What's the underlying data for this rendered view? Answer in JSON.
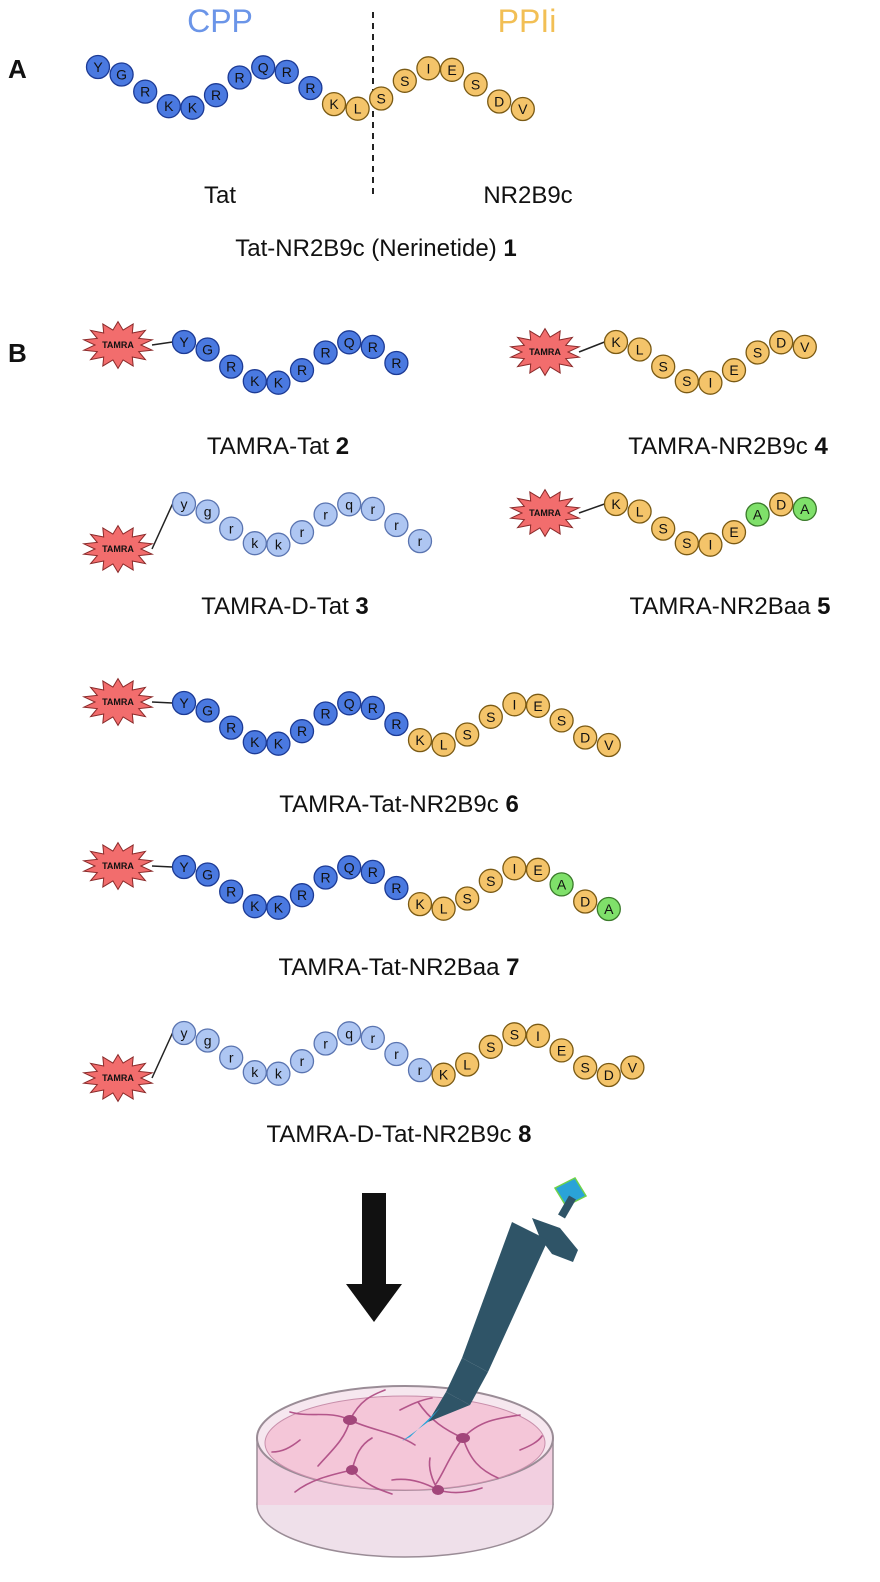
{
  "colors": {
    "cpp": "#4a79e0",
    "cpp_stroke": "#1c3a94",
    "dtat": "#aec6f2",
    "dtat_stroke": "#5a74b0",
    "ppi": "#f4c46a",
    "ppi_stroke": "#7a5a14",
    "ala": "#7fe06a",
    "ala_stroke": "#3a7a2a",
    "tamra": "#f26d6d",
    "header_cpp": "#6b95e8",
    "header_ppi": "#f2bf55",
    "pipette": "#2f5467",
    "pipette_tip": "#2aa3d8",
    "dish_liquid": "#f4c6d8",
    "neuron": "#b3558a"
  },
  "panel_a": {
    "label": "A",
    "header_left": "CPP",
    "header_right": "PPIi",
    "segment_left": "Tat",
    "segment_right": "NR2B9c",
    "caption_text": "Tat-NR2B9c (Nerinetide) ",
    "caption_num": "1",
    "peptide": {
      "residues": [
        "Y",
        "G",
        "R",
        "K",
        "K",
        "R",
        "R",
        "Q",
        "R",
        "R",
        "K",
        "L",
        "S",
        "S",
        "I",
        "E",
        "S",
        "D",
        "V"
      ],
      "kinds": [
        "cpp",
        "cpp",
        "cpp",
        "cpp",
        "cpp",
        "cpp",
        "cpp",
        "cpp",
        "cpp",
        "cpp",
        "ppi",
        "ppi",
        "ppi",
        "ppi",
        "ppi",
        "ppi",
        "ppi",
        "ppi",
        "ppi"
      ]
    }
  },
  "panel_b": {
    "label": "B",
    "tag": "TAMRA",
    "compounds": [
      {
        "name": "TAMRA-Tat ",
        "num": "2",
        "residues": [
          "Y",
          "G",
          "R",
          "K",
          "K",
          "R",
          "R",
          "Q",
          "R",
          "R"
        ],
        "kinds": [
          "cpp",
          "cpp",
          "cpp",
          "cpp",
          "cpp",
          "cpp",
          "cpp",
          "cpp",
          "cpp",
          "cpp"
        ]
      },
      {
        "name": "TAMRA-NR2B9c ",
        "num": "4",
        "residues": [
          "K",
          "L",
          "S",
          "S",
          "I",
          "E",
          "S",
          "D",
          "V"
        ],
        "kinds": [
          "ppi",
          "ppi",
          "ppi",
          "ppi",
          "ppi",
          "ppi",
          "ppi",
          "ppi",
          "ppi"
        ]
      },
      {
        "name": "TAMRA-D-Tat ",
        "num": "3",
        "residues": [
          "y",
          "g",
          "r",
          "k",
          "k",
          "r",
          "r",
          "q",
          "r",
          "r",
          "r"
        ],
        "kinds": [
          "dtat",
          "dtat",
          "dtat",
          "dtat",
          "dtat",
          "dtat",
          "dtat",
          "dtat",
          "dtat",
          "dtat",
          "dtat"
        ]
      },
      {
        "name": "TAMRA-NR2Baa ",
        "num": "5",
        "residues": [
          "K",
          "L",
          "S",
          "S",
          "I",
          "E",
          "A",
          "D",
          "A"
        ],
        "kinds": [
          "ppi",
          "ppi",
          "ppi",
          "ppi",
          "ppi",
          "ppi",
          "ala",
          "ppi",
          "ala"
        ]
      },
      {
        "name": "TAMRA-Tat-NR2B9c ",
        "num": "6",
        "residues": [
          "Y",
          "G",
          "R",
          "K",
          "K",
          "R",
          "R",
          "Q",
          "R",
          "R",
          "K",
          "L",
          "S",
          "S",
          "I",
          "E",
          "S",
          "D",
          "V"
        ],
        "kinds": [
          "cpp",
          "cpp",
          "cpp",
          "cpp",
          "cpp",
          "cpp",
          "cpp",
          "cpp",
          "cpp",
          "cpp",
          "ppi",
          "ppi",
          "ppi",
          "ppi",
          "ppi",
          "ppi",
          "ppi",
          "ppi",
          "ppi"
        ]
      },
      {
        "name": "TAMRA-Tat-NR2Baa ",
        "num": "7",
        "residues": [
          "Y",
          "G",
          "R",
          "K",
          "K",
          "R",
          "R",
          "Q",
          "R",
          "R",
          "K",
          "L",
          "S",
          "S",
          "I",
          "E",
          "A",
          "D",
          "A"
        ],
        "kinds": [
          "cpp",
          "cpp",
          "cpp",
          "cpp",
          "cpp",
          "cpp",
          "cpp",
          "cpp",
          "cpp",
          "cpp",
          "ppi",
          "ppi",
          "ppi",
          "ppi",
          "ppi",
          "ppi",
          "ala",
          "ppi",
          "ala"
        ]
      },
      {
        "name": "TAMRA-D-Tat-NR2B9c ",
        "num": "8",
        "residues": [
          "y",
          "g",
          "r",
          "k",
          "k",
          "r",
          "r",
          "q",
          "r",
          "r",
          "r",
          "K",
          "L",
          "S",
          "S",
          "I",
          "E",
          "S",
          "D",
          "V"
        ],
        "kinds": [
          "dtat",
          "dtat",
          "dtat",
          "dtat",
          "dtat",
          "dtat",
          "dtat",
          "dtat",
          "dtat",
          "dtat",
          "dtat",
          "ppi",
          "ppi",
          "ppi",
          "ppi",
          "ppi",
          "ppi",
          "ppi",
          "ppi",
          "ppi"
        ]
      }
    ]
  },
  "bottom": {
    "arrow_icon": "down-arrow-icon",
    "pipette_icon": "pipette-icon",
    "dish_icon": "petri-dish-neurons-icon"
  }
}
